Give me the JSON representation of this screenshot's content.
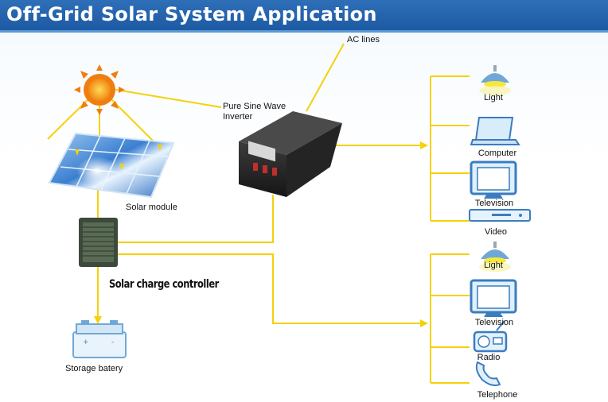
{
  "title": "Off-Grid Solar System Application",
  "labels": {
    "ac_lines": "AC lines",
    "inverter_line1": "Pure Sine Wave",
    "inverter_line2": "Inverter",
    "solar_module": "Solar module",
    "charge_controller": "Solar charge controller",
    "storage_battery": "Storage batery"
  },
  "loads_upper": [
    {
      "label": "Light",
      "icon": "light-bulb-icon"
    },
    {
      "label": "Computer",
      "icon": "laptop-icon"
    },
    {
      "label": "Television",
      "icon": "television-icon"
    },
    {
      "label": "Video",
      "icon": "video-player-icon"
    }
  ],
  "loads_lower": [
    {
      "label": "Light",
      "icon": "light-bulb-icon"
    },
    {
      "label": "Television",
      "icon": "television-icon"
    },
    {
      "label": "Radio",
      "icon": "radio-icon"
    },
    {
      "label": "Telephone",
      "icon": "telephone-icon"
    }
  ],
  "colors": {
    "title_bar": "#1d5aa3",
    "wire": "#f5d10a",
    "sun": "#f07d10",
    "panel": "#3a7fd0",
    "device": "#2a2a2a"
  }
}
